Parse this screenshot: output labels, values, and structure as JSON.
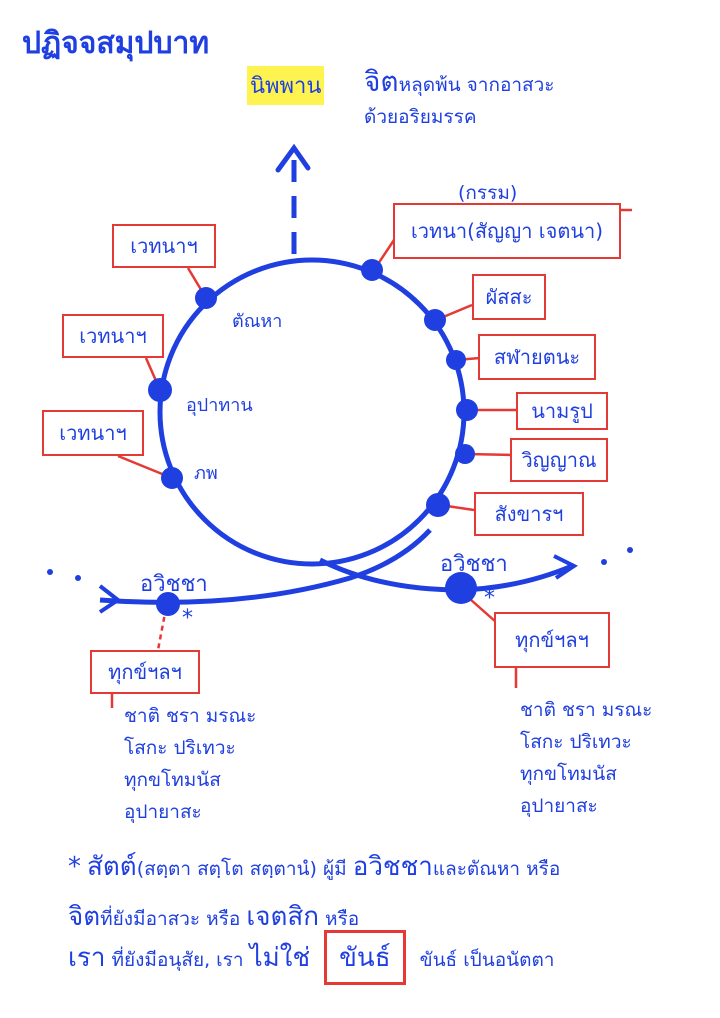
{
  "title": "ปฏิจจสมุปบาท",
  "nibbana": "นิพพาน",
  "header_note": {
    "big": "จิต",
    "rest": "หลุดพ้น จากอาสวะ",
    "line2": "ด้วยอริยมรรค"
  },
  "kamma_label": "(กรรม)",
  "right_boxes": [
    "เวทนา(สัญญา เจตนา)",
    "ผัสสะ",
    "สฬายตนะ",
    "นามรูป",
    "วิญญาณ",
    "สังขารฯ"
  ],
  "left_boxes": [
    "เวทนาฯ",
    "เวทนาฯ",
    "เวทนาฯ"
  ],
  "inner_labels": [
    "ตัณหา",
    "อุปาทาน",
    "ภพ"
  ],
  "avijja_left": "อวิชชา",
  "avijja_right": "อวิชชา",
  "star": "*",
  "dukkha_left": "ทุกข์ฯลฯ",
  "dukkha_right": "ทุกข์ฯลฯ",
  "dukkha_list_left": [
    "ชาติ ชรา มรณะ",
    "โสกะ ปริเทวะ",
    "ทุกขโทมนัส",
    "อุปายาสะ"
  ],
  "dukkha_list_right": [
    "ชาติ ชรา มรณะ",
    "โสกะ ปริเทวะ",
    "ทุกขโทมนัส",
    "อุปายาสะ"
  ],
  "footer": {
    "l1_star": "*",
    "l1_big": "สัตต์",
    "l1_paren": "(สตฺตา  สตฺโต  สตฺตานํ)",
    "l1_mid": "ผู้มี",
    "l1_avijja": "อวิชชา",
    "l1_end": "และตัณหา หรือ",
    "l2_big": "จิต",
    "l2_mid": "ที่ยังมีอาสวะ หรือ",
    "l2_big2": "เจตสิก",
    "l2_end": "หรือ",
    "l3_big": "เรา",
    "l3_mid": "ที่ยังมีอนุสัย, เรา",
    "l3_big2": "ไม่ใช่",
    "l3_box": "ขันธ์",
    "l3_end": "ขันธ์ เป็นอนัตตา"
  },
  "colors": {
    "ink": "#1f3fe0",
    "box": "#e53935",
    "highlight": "#fff44f"
  }
}
